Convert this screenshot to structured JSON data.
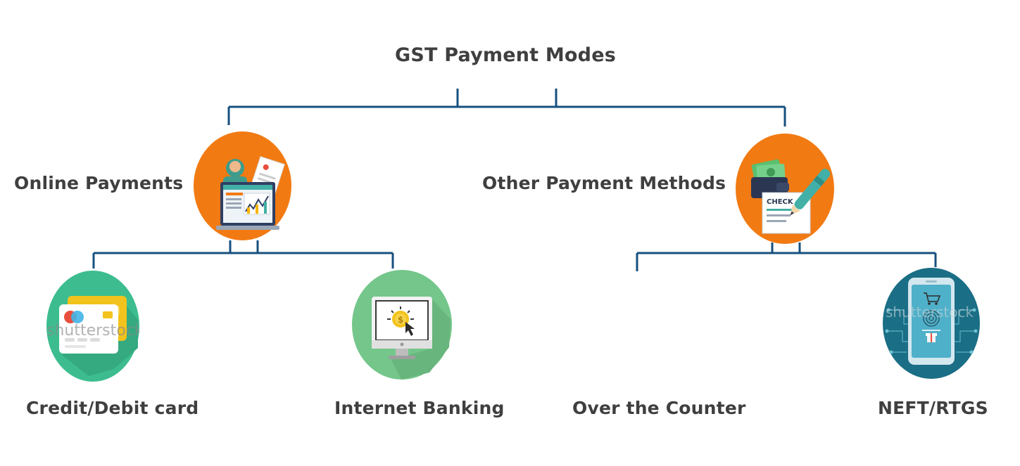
{
  "diagram": {
    "title": "GST Payment Modes",
    "online_payments": {
      "label": "Online Payments",
      "icon": "online-payment-icon",
      "children": {
        "credit_debit": {
          "label": "Credit/Debit card",
          "icon": "credit-card-icon",
          "watermark": "shutterstock"
        },
        "internet_banking": {
          "label": "Internet Banking",
          "icon": "internet-banking-icon"
        }
      }
    },
    "other_methods": {
      "label": "Other Payment Methods",
      "icon": "check-payment-icon",
      "check_text": "CHECK",
      "children": {
        "over_counter": {
          "label": "Over the Counter"
        },
        "neft_rtgs": {
          "label": "NEFT/RTGS",
          "icon": "mobile-payment-icon",
          "watermark": "shutterstock"
        }
      }
    }
  },
  "colors": {
    "connector": "#17507f",
    "orange": "#f27a12",
    "teal_green": "#3dbd8f",
    "light_green": "#74c68b",
    "dark_teal": "#1a6e85",
    "text": "#3f3f3f"
  }
}
